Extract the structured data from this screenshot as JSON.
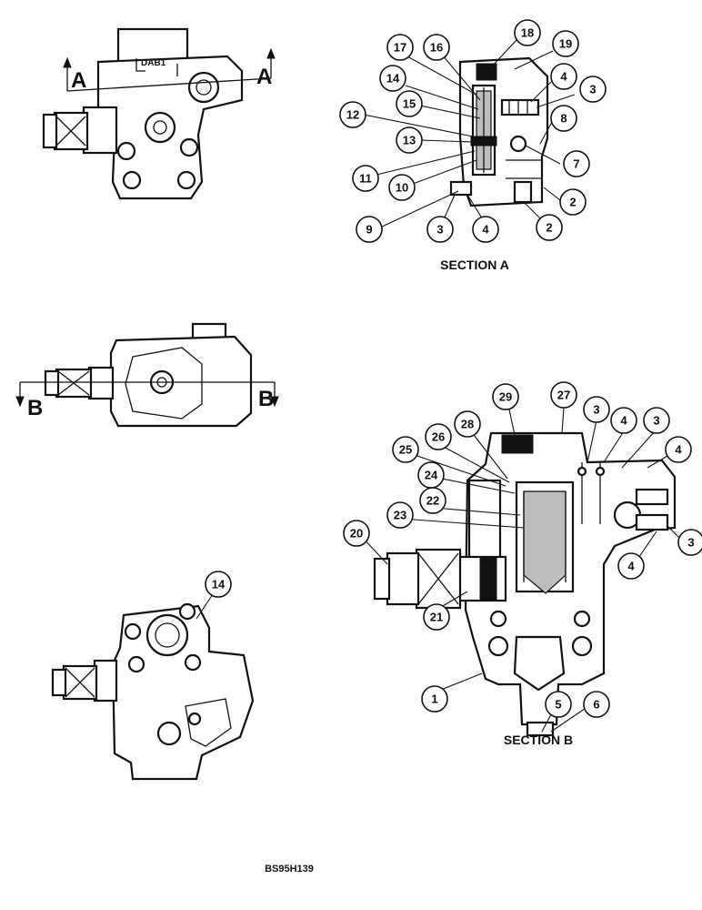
{
  "section_a_label": "SECTION A",
  "section_b_label": "SECTION B",
  "cut_marks": {
    "a_left": "A",
    "a_right": "A",
    "b_left": "B",
    "b_right": "B"
  },
  "figure_id": "BS95H139",
  "callouts": {
    "a": [
      "17",
      "16",
      "18",
      "19",
      "14",
      "4",
      "3",
      "15",
      "12",
      "8",
      "13",
      "11",
      "7",
      "10",
      "2",
      "9",
      "3",
      "4",
      "2"
    ],
    "b": [
      "29",
      "27",
      "3",
      "4",
      "3",
      "28",
      "26",
      "4",
      "25",
      "24",
      "22",
      "23",
      "20",
      "3",
      "4",
      "21",
      "1",
      "5",
      "6"
    ],
    "view3": [
      "14"
    ]
  }
}
